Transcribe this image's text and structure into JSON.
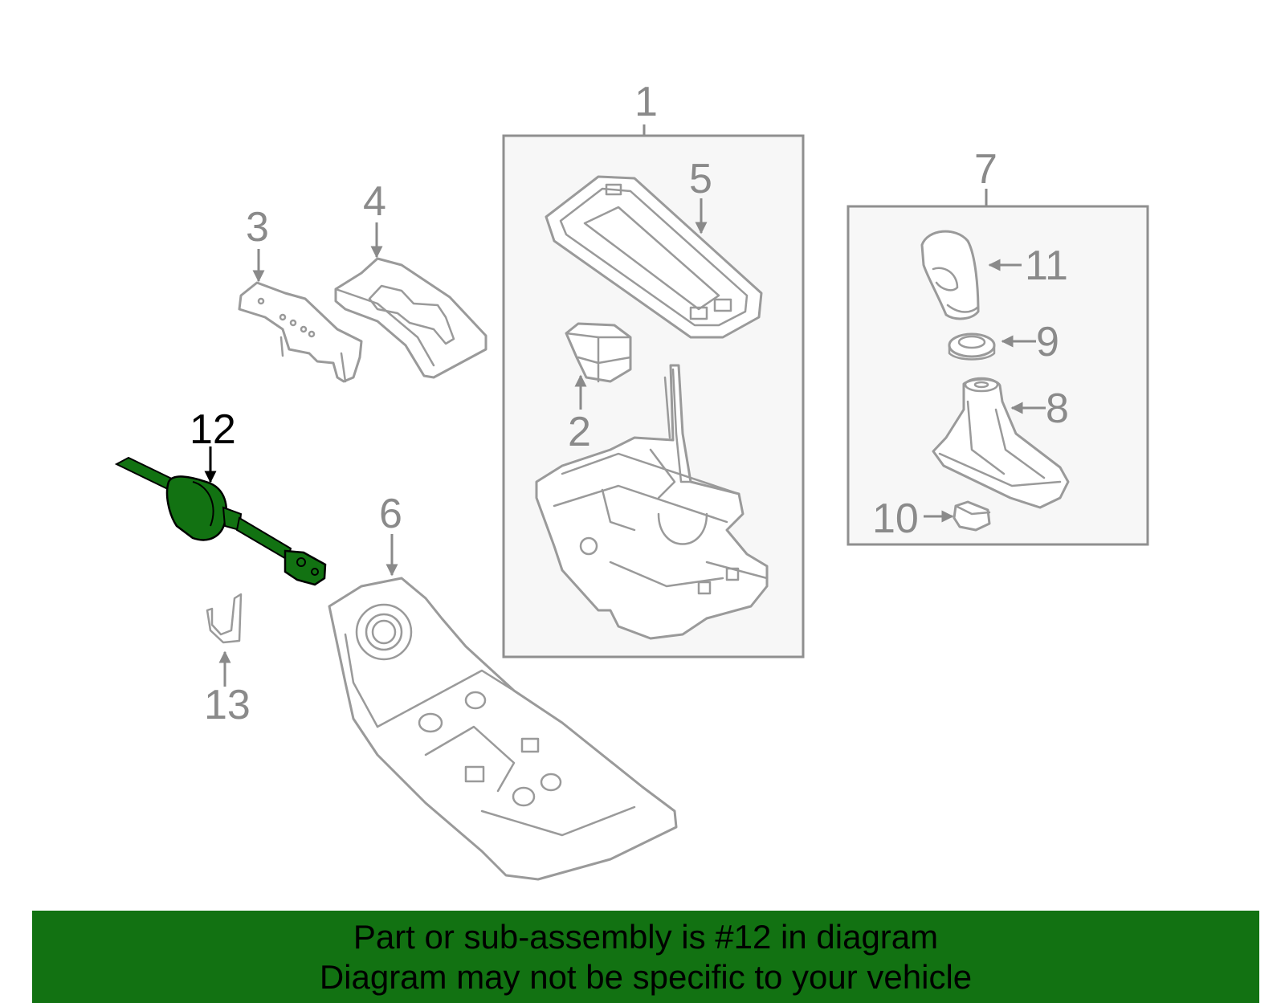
{
  "highlight_color": "#127212",
  "callouts": {
    "c1": "1",
    "c2": "2",
    "c3": "3",
    "c4": "4",
    "c5": "5",
    "c6": "6",
    "c7": "7",
    "c8": "8",
    "c9": "9",
    "c10": "10",
    "c11": "11",
    "c12": "12",
    "c13": "13"
  },
  "highlighted_part": "12",
  "banner": {
    "line1": "Part or sub-assembly is #12 in diagram",
    "line2": "Diagram may not be specific to your vehicle"
  }
}
